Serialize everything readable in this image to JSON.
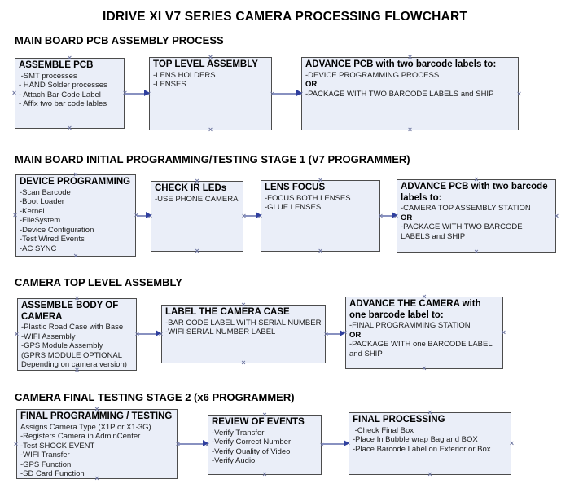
{
  "title": "IDRIVE XI V7 SERIES CAMERA PROCESSING FLOWCHART",
  "icons": {
    "connection_handle": "×"
  },
  "colors": {
    "box_fill": "#eaeef8",
    "box_border": "#4c4c4c",
    "connector_line": "#8891c0",
    "arrow_head": "#2f3f9e",
    "handle": "#6e76a0"
  },
  "sections": [
    {
      "header": "MAIN BOARD PCB ASSEMBLY PROCESS",
      "boxes": [
        {
          "title": "ASSEMBLE PCB",
          "items": [
            " -SMT processes",
            "- HAND Solder processes",
            "- Attach Bar Code Label",
            "- Affix two bar code lables"
          ]
        },
        {
          "title": "TOP LEVEL ASSEMBLY",
          "items": [
            "-LENS HOLDERS",
            "-LENSES"
          ]
        },
        {
          "title": "ADVANCE PCB with two barcode labels to:",
          "items": [
            "-DEVICE PROGRAMMING PROCESS",
            "OR",
            "-PACKAGE WITH TWO BARCODE LABELS and SHIP"
          ]
        }
      ]
    },
    {
      "header": "MAIN BOARD INITIAL PROGRAMMING/TESTING STAGE 1 (V7 PROGRAMMER)",
      "boxes": [
        {
          "title": "DEVICE PROGRAMMING",
          "items": [
            "-Scan Barcode",
            "-Boot Loader",
            "-Kernel",
            "-FileSystem",
            "-Device Configuration",
            "-Test Wired Events",
            "-AC SYNC"
          ]
        },
        {
          "title": "CHECK IR LEDs",
          "items": [
            "-USE PHONE CAMERA"
          ]
        },
        {
          "title": "LENS FOCUS",
          "items": [
            "-FOCUS BOTH LENSES",
            "-GLUE LENSES"
          ]
        },
        {
          "title": "ADVANCE PCB with two barcode labels to:",
          "items": [
            "-CAMERA TOP ASSEMBLY STATION",
            "OR",
            "-PACKAGE WITH TWO BARCODE LABELS and SHIP"
          ]
        }
      ]
    },
    {
      "header": "CAMERA TOP LEVEL ASSEMBLY",
      "boxes": [
        {
          "title": "ASSEMBLE BODY OF CAMERA",
          "items": [
            "-Plastic Road Case with Base",
            "-WIFI Assembly",
            "-GPS Module Assembly",
            "(GPRS MODULE OPTIONAL",
            "Depending on camera version)"
          ]
        },
        {
          "title": "LABEL THE CAMERA CASE",
          "items": [
            "-BAR CODE LABEL WITH SERIAL NUMBER",
            "-WIFI SERIAL NUMBER LABEL"
          ]
        },
        {
          "title": "ADVANCE THE CAMERA with one barcode label to:",
          "items": [
            "-FINAL PROGRAMMING STATION",
            "OR",
            "-PACKAGE WITH one BARCODE LABEL and SHIP"
          ]
        }
      ]
    },
    {
      "header": "CAMERA FINAL TESTING STAGE 2 (x6 PROGRAMMER)",
      "boxes": [
        {
          "title": "FINAL PROGRAMMING / TESTING",
          "items": [
            "Assigns Camera Type (X1P or X1-3G)",
            "-Registers Camera in AdminCenter",
            "-Test SHOCK EVENT",
            "-WIFI Transfer",
            "-GPS Function",
            "-SD Card Function"
          ]
        },
        {
          "title": "REVIEW OF EVENTS",
          "items": [
            "-Verify Transfer",
            "-Verify Correct Number",
            "-Verify Quality of Video",
            "-Verify Audio"
          ]
        },
        {
          "title": "FINAL PROCESSING",
          "items": [
            " -Check Final Box",
            "-Place In Bubble wrap Bag and BOX",
            "-Place Barcode Label on Exterior or Box"
          ]
        }
      ]
    }
  ]
}
